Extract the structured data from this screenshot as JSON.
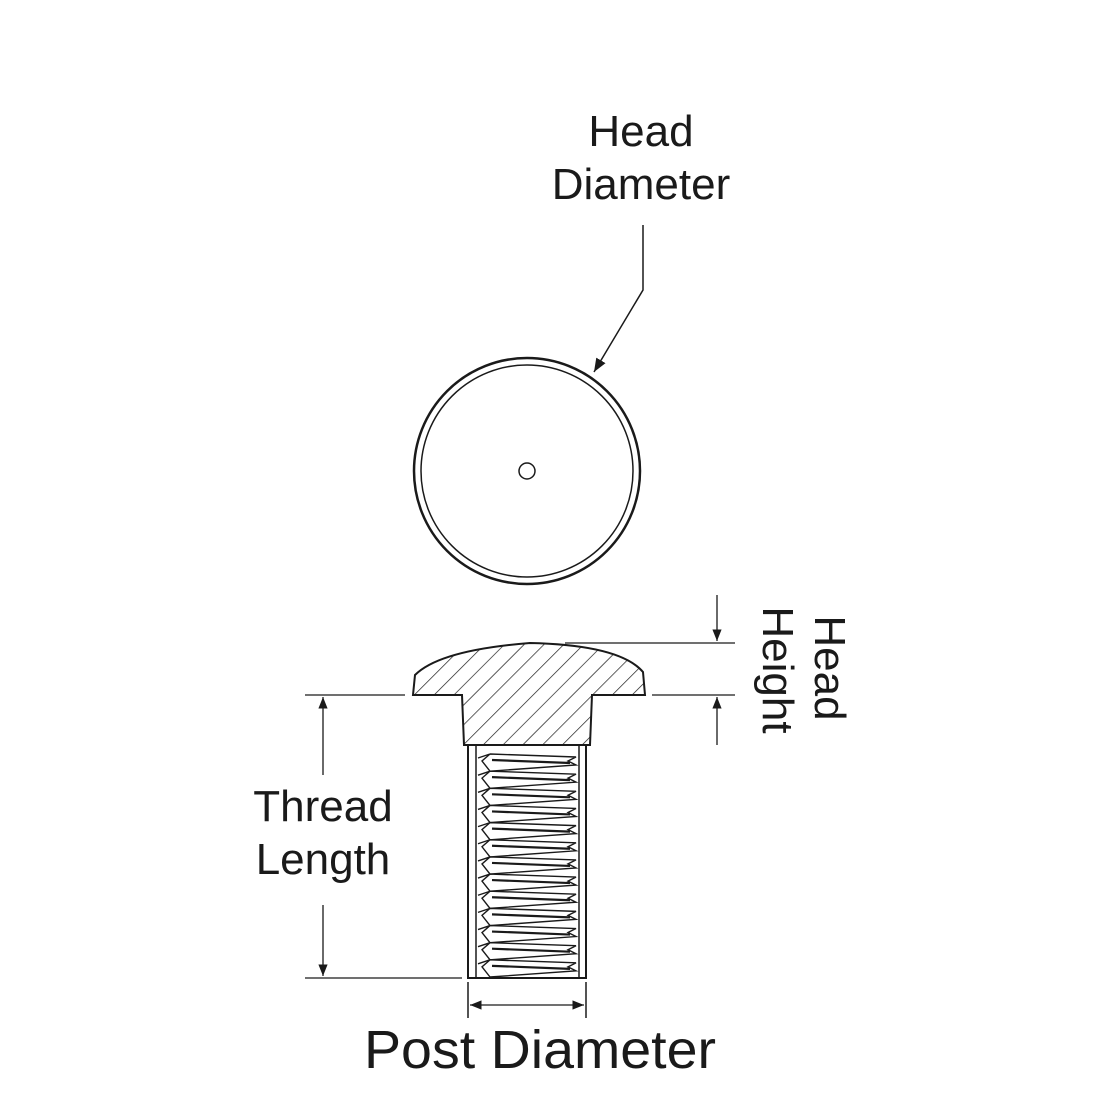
{
  "labels": {
    "head_diameter": [
      "Head",
      "Diameter"
    ],
    "head_height": [
      "Head",
      "Height"
    ],
    "thread_length": [
      "Thread",
      "Length"
    ],
    "post_diameter": "Post Diameter"
  },
  "colors": {
    "line": "#1a1a1a",
    "background": "#ffffff"
  },
  "thread_count": 13
}
